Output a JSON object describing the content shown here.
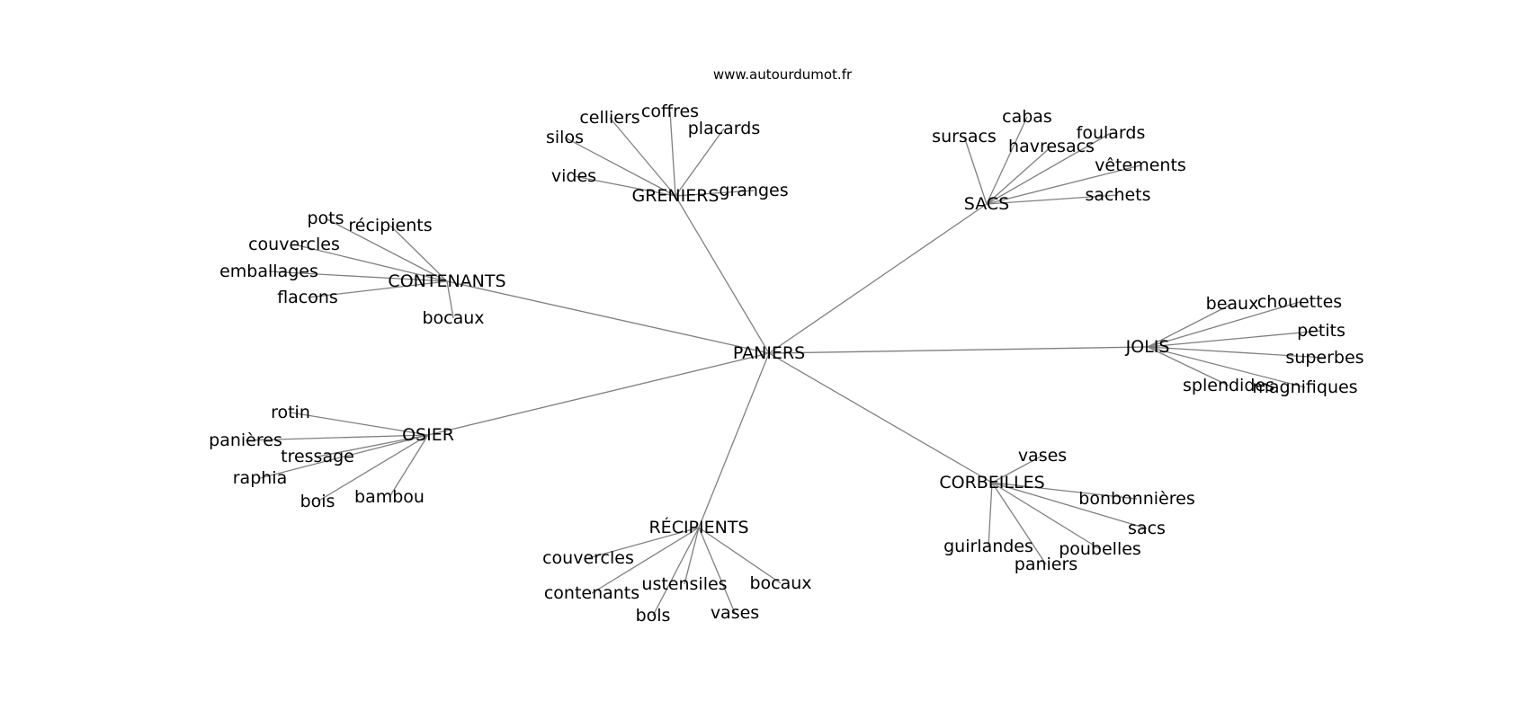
{
  "site": "www.autourdumot.fr",
  "colors": {
    "edge": "#808080",
    "text": "#000000",
    "background": "#ffffff"
  },
  "root": "PANIERS",
  "clusters": [
    {
      "label": "GRENIERS",
      "words": [
        "silos",
        "celliers",
        "coffres",
        "placards",
        "vides",
        "granges"
      ]
    },
    {
      "label": "SACS",
      "words": [
        "sursacs",
        "cabas",
        "havresacs",
        "foulards",
        "vêtements",
        "sachets"
      ]
    },
    {
      "label": "CONTENANTS",
      "words": [
        "pots",
        "récipients",
        "couvercles",
        "emballages",
        "flacons",
        "bocaux"
      ]
    },
    {
      "label": "JOLIS",
      "words": [
        "beaux",
        "chouettes",
        "petits",
        "superbes",
        "magnifiques",
        "splendides"
      ]
    },
    {
      "label": "OSIER",
      "words": [
        "rotin",
        "panières",
        "tressage",
        "raphia",
        "bois",
        "bambou"
      ]
    },
    {
      "label": "CORBEILLES",
      "words": [
        "vases",
        "bonbonnières",
        "sacs",
        "poubelles",
        "paniers",
        "guirlandes"
      ]
    },
    {
      "label": "RÉCIPIENTS",
      "words": [
        "couvercles",
        "contenants",
        "ustensiles",
        "bols",
        "vases",
        "bocaux"
      ]
    }
  ]
}
